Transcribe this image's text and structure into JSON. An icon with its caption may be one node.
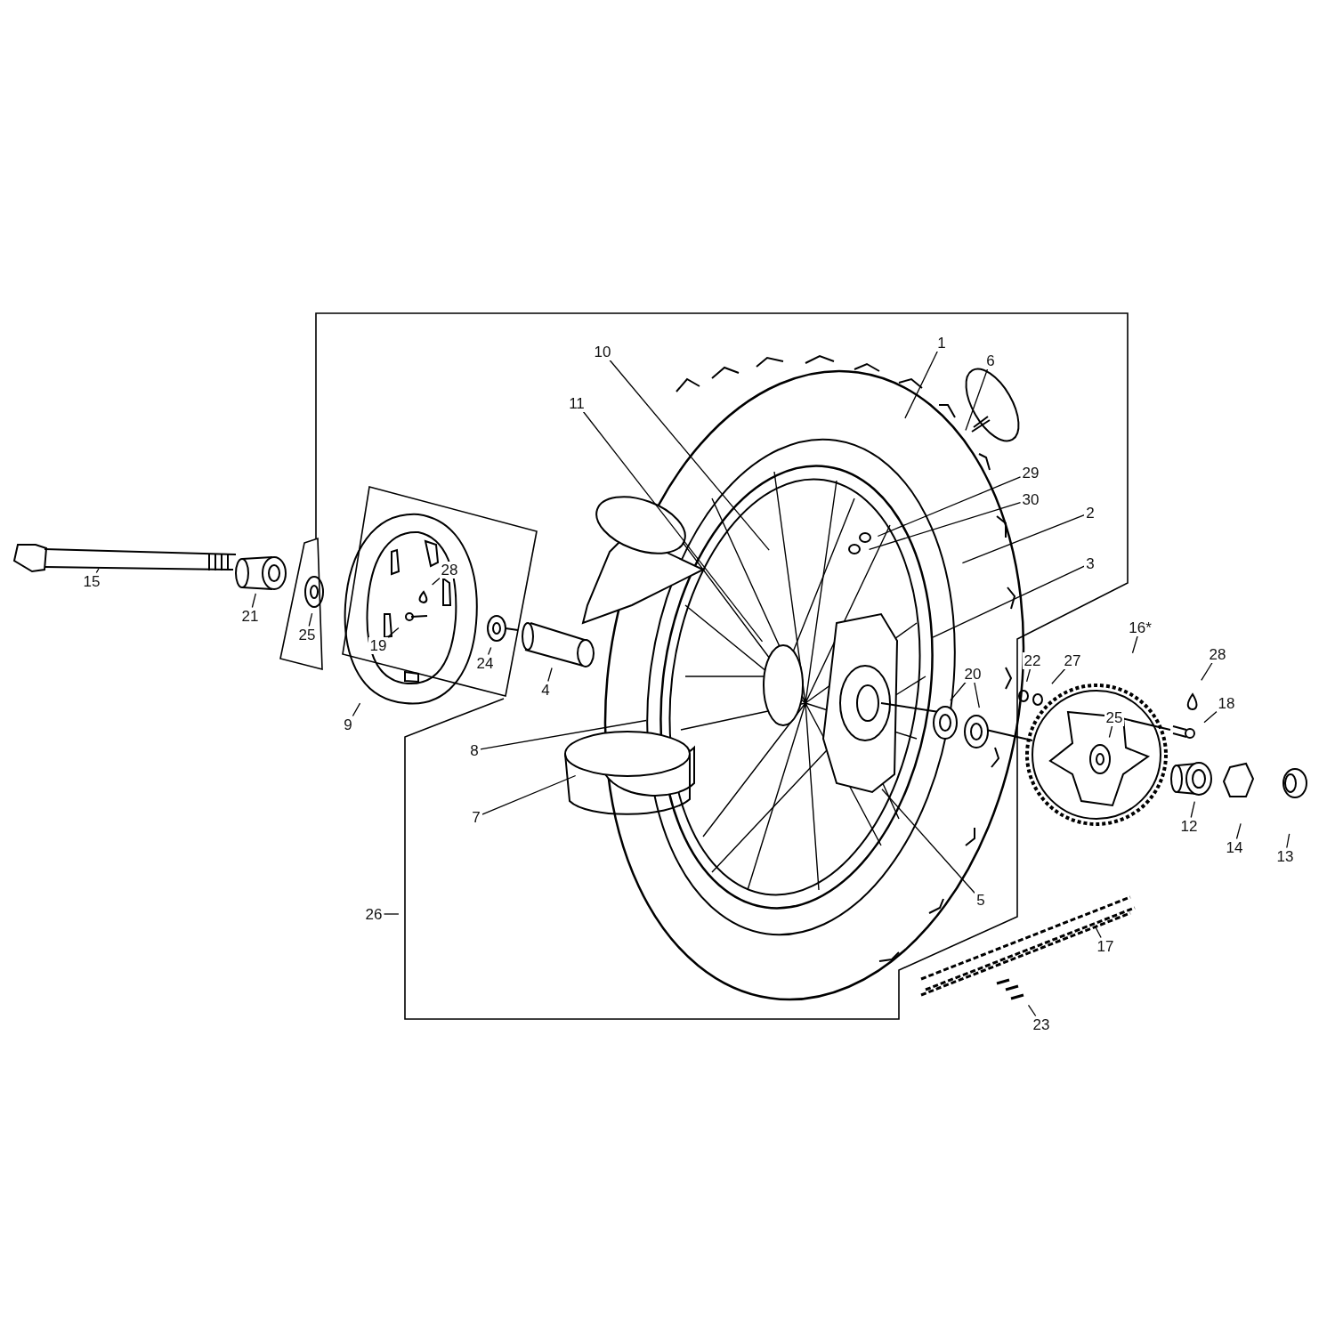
{
  "diagram": {
    "nodes": [
      {
        "text": [
          "1"
        ]
      },
      {
        "text": [
          "10"
        ]
      },
      {
        "text": [
          "6"
        ]
      },
      {
        "text": [
          "11"
        ]
      },
      {
        "text": [
          "29"
        ]
      },
      {
        "text": [
          "30"
        ]
      },
      {
        "text": [
          "2"
        ]
      },
      {
        "text": [
          "3"
        ]
      },
      {
        "text": [
          "28"
        ]
      },
      {
        "text": [
          "15"
        ]
      },
      {
        "text": [
          "21"
        ]
      },
      {
        "text": [
          "16*"
        ]
      },
      {
        "text": [
          "19"
        ]
      },
      {
        "text": [
          "25"
        ]
      },
      {
        "text": [
          "24"
        ]
      },
      {
        "text": [
          "28"
        ]
      },
      {
        "text": [
          "22"
        ]
      },
      {
        "text": [
          "27"
        ]
      },
      {
        "text": [
          "20"
        ]
      },
      {
        "text": [
          "18"
        ]
      },
      {
        "text": [
          "4"
        ]
      },
      {
        "text": [
          "9"
        ]
      },
      {
        "text": [
          "25"
        ]
      },
      {
        "text": [
          "8"
        ]
      },
      {
        "text": [
          "7"
        ]
      },
      {
        "text": [
          "12"
        ]
      },
      {
        "text": [
          "14"
        ]
      },
      {
        "text": [
          "13"
        ]
      },
      {
        "text": [
          "5"
        ]
      },
      {
        "text": [
          "26"
        ]
      },
      {
        "text": [
          "17"
        ]
      },
      {
        "text": [
          "23"
        ]
      }
    ],
    "edges": [
      {
        "from": 0,
        "to": null,
        "arrow": "none"
      },
      {
        "from": 1,
        "to": null,
        "arrow": "none"
      },
      {
        "from": 2,
        "to": null,
        "arrow": "none"
      },
      {
        "from": 3,
        "to": null,
        "arrow": "none"
      },
      {
        "from": 4,
        "to": null,
        "arrow": "none"
      },
      {
        "from": 5,
        "to": null,
        "arrow": "none"
      },
      {
        "from": 6,
        "to": null,
        "arrow": "none"
      },
      {
        "from": 7,
        "to": null,
        "arrow": "none"
      },
      {
        "from": 8,
        "to": null,
        "arrow": "none"
      },
      {
        "from": 9,
        "to": null,
        "arrow": "none"
      },
      {
        "from": 10,
        "to": null,
        "arrow": "none"
      },
      {
        "from": 11,
        "to": null,
        "arrow": "none"
      },
      {
        "from": 12,
        "to": null,
        "arrow": "none"
      },
      {
        "from": 13,
        "to": null,
        "arrow": "none"
      },
      {
        "from": 14,
        "to": null,
        "arrow": "none"
      },
      {
        "from": 15,
        "to": null,
        "arrow": "none"
      },
      {
        "from": 16,
        "to": null,
        "arrow": "none"
      },
      {
        "from": 17,
        "to": null,
        "arrow": "none"
      },
      {
        "from": 18,
        "to": null,
        "arrow": "none"
      },
      {
        "from": 18,
        "to": null,
        "arrow": "none"
      },
      {
        "from": 19,
        "to": null,
        "arrow": "none"
      },
      {
        "from": 20,
        "to": null,
        "arrow": "none"
      },
      {
        "from": 21,
        "to": null,
        "arrow": "none"
      },
      {
        "from": 22,
        "to": null,
        "arrow": "none"
      },
      {
        "from": 23,
        "to": null,
        "arrow": "none"
      },
      {
        "from": 24,
        "to": null,
        "arrow": "none"
      },
      {
        "from": 25,
        "to": null,
        "arrow": "none"
      },
      {
        "from": 26,
        "to": null,
        "arrow": "none"
      },
      {
        "from": 27,
        "to": null,
        "arrow": "none"
      },
      {
        "from": 28,
        "to": null,
        "arrow": "none"
      },
      {
        "from": 29,
        "to": null,
        "arrow": "none"
      },
      {
        "from": 30,
        "to": null,
        "arrow": "none"
      },
      {
        "from": 31,
        "to": null,
        "arrow": "none"
      }
    ]
  }
}
